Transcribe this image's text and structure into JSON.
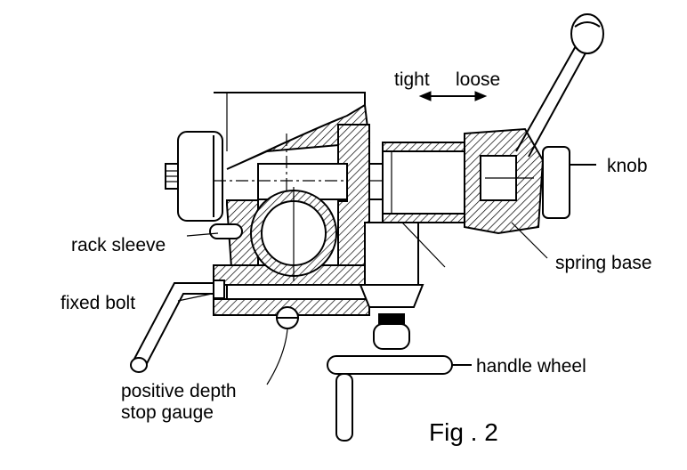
{
  "labels": {
    "tight": "tight",
    "loose": "loose",
    "knob": "knob",
    "rack_sleeve": "rack sleeve",
    "spring_base": "spring base",
    "fixed_bolt": "fixed bolt",
    "handle_wheel": "handle wheel",
    "positive_depth_line1": "positive depth",
    "positive_depth_line2": "stop gauge",
    "figure_caption": "Fig . 2"
  },
  "colors": {
    "ink": "#000000",
    "background": "#ffffff"
  }
}
